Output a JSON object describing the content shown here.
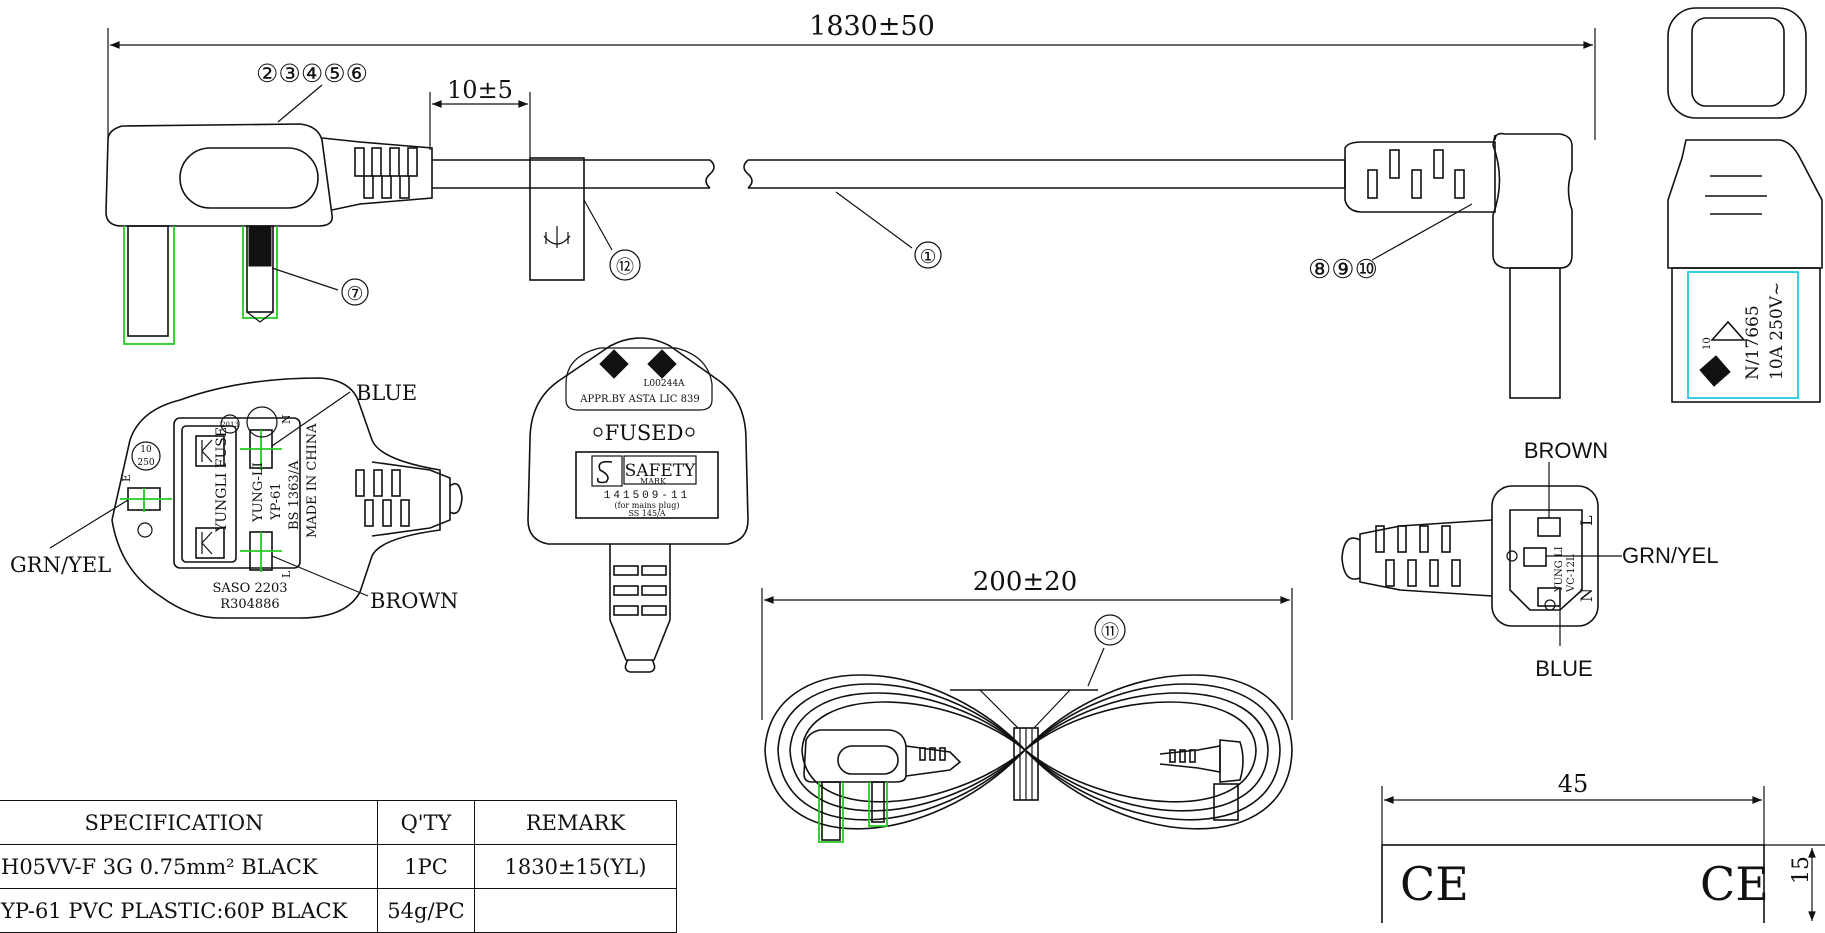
{
  "dimensions": {
    "overall_length": "1830±50",
    "strip_length": "10±5",
    "bundle_length": "200±20",
    "label_width": "45",
    "label_height": "15"
  },
  "callouts": {
    "plug_parts": "②③④⑤⑥",
    "pin_insulation": "⑦",
    "connector_parts": "⑧⑨⑩",
    "cable": "①",
    "tie": "⑪",
    "label_marker": "⑫"
  },
  "plug_face": {
    "fuse_text": "YUNGLI FUSE",
    "model_1": "YUNG-LI",
    "model_2": "YP-61",
    "standard": "BS 1363/A",
    "origin": "MADE IN CHINA",
    "rating_top": "10",
    "rating_bottom": "250",
    "earth_letter": "E",
    "live_letter": "L",
    "neutral_letter": "N",
    "saso": "SASO 2203",
    "cert_no": "R304886",
    "date_dial": "2013"
  },
  "wire_colors": {
    "plug_blue": "BLUE",
    "plug_brown": "BROWN",
    "plug_earth": "GRN/YEL",
    "conn_brown": "BROWN",
    "conn_earth": "GRN/YEL",
    "conn_blue": "BLUE"
  },
  "plug_top": {
    "asta_logo": "ASTA",
    "license_code": "L00244A",
    "approval": "APPR.BY ASTA LIC 839",
    "fused": "FUSED",
    "safety": "SAFETY",
    "safety_mark": "MARK",
    "safety_number": "141509-11",
    "for_plug": "(for mains plug)",
    "ss_std": "SS 145/A"
  },
  "connector": {
    "cert": "N/17665",
    "rating": "10A 250V~",
    "cert_small": "10",
    "face_model": "YUNG LI",
    "face_code": "VC-12L",
    "face_live": "L",
    "face_neutral": "N"
  },
  "label": {
    "ce_left": "CE",
    "ce_right": "CE"
  },
  "bom": {
    "headers": [
      "SPECIFICATION",
      "Q'TY",
      "REMARK"
    ],
    "rows": [
      [
        "H05VV-F 3G 0.75mm² BLACK",
        "1PC",
        "1830±15(YL)"
      ],
      [
        "YP-61 PVC PLASTIC:60P BLACK",
        "54g/PC",
        ""
      ]
    ]
  }
}
